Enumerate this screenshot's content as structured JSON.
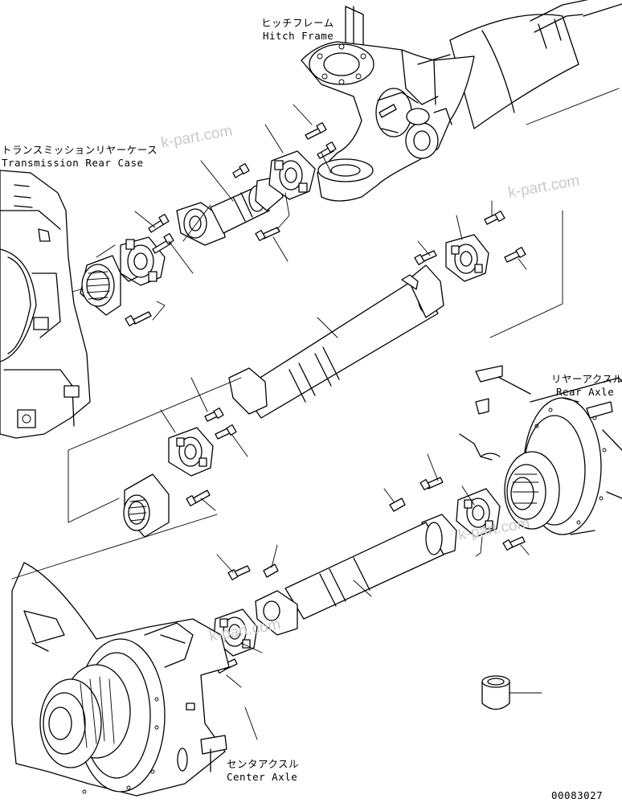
{
  "labels": {
    "hitch_frame_jp": "ヒッチフレーム",
    "hitch_frame_en": "Hitch Frame",
    "trans_rear_case_jp": "トランスミッションリヤーケース",
    "trans_rear_case_en": "Transmission Rear Case",
    "rear_axle_jp": "リヤーアクスル",
    "rear_axle_en": "Rear Axle",
    "center_axle_jp": "センタアクスル",
    "center_axle_en": "Center Axle",
    "drawing_number": "00083027"
  },
  "watermarks": [
    "k-part.com",
    "k-part.com",
    "k-part.com",
    "k-part.com"
  ]
}
